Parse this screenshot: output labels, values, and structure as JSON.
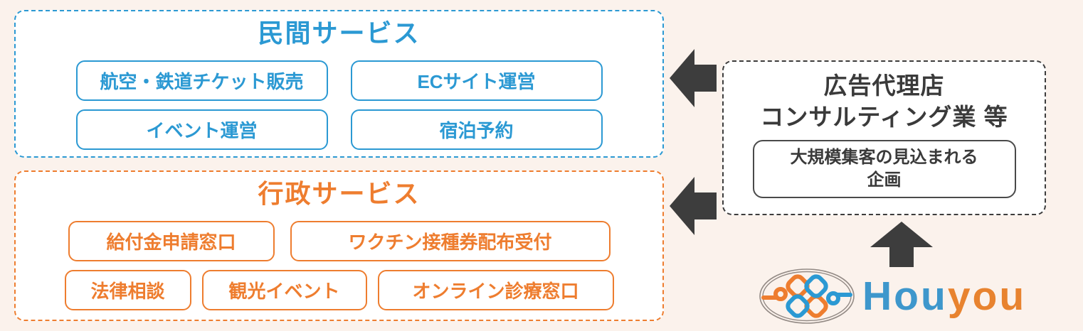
{
  "colors": {
    "blue": "#2b99d3",
    "orange": "#ee7d2f",
    "dark_gray": "#3d3d3d",
    "background": "#fbf2ec",
    "logo_blue": "#3e97cc",
    "logo_orange": "#e8832f"
  },
  "private_services": {
    "title": "民間サービス",
    "items": [
      "航空・鉄道チケット販売",
      "ECサイト運営",
      "イベント運営",
      "宿泊予約"
    ]
  },
  "government_services": {
    "title": "行政サービス",
    "items": [
      "給付金申請窓口",
      "ワクチン接種券配布受付",
      "法律相談",
      "観光イベント",
      "オンライン診療窓口"
    ]
  },
  "source_box": {
    "title_line1": "広告代理店",
    "title_line2": "コンサルティング業 等",
    "plan_line1": "大規模集客の見込まれる",
    "plan_line2": "企画"
  },
  "logo": {
    "brand_part1": "Hou",
    "brand_part2": "you"
  }
}
